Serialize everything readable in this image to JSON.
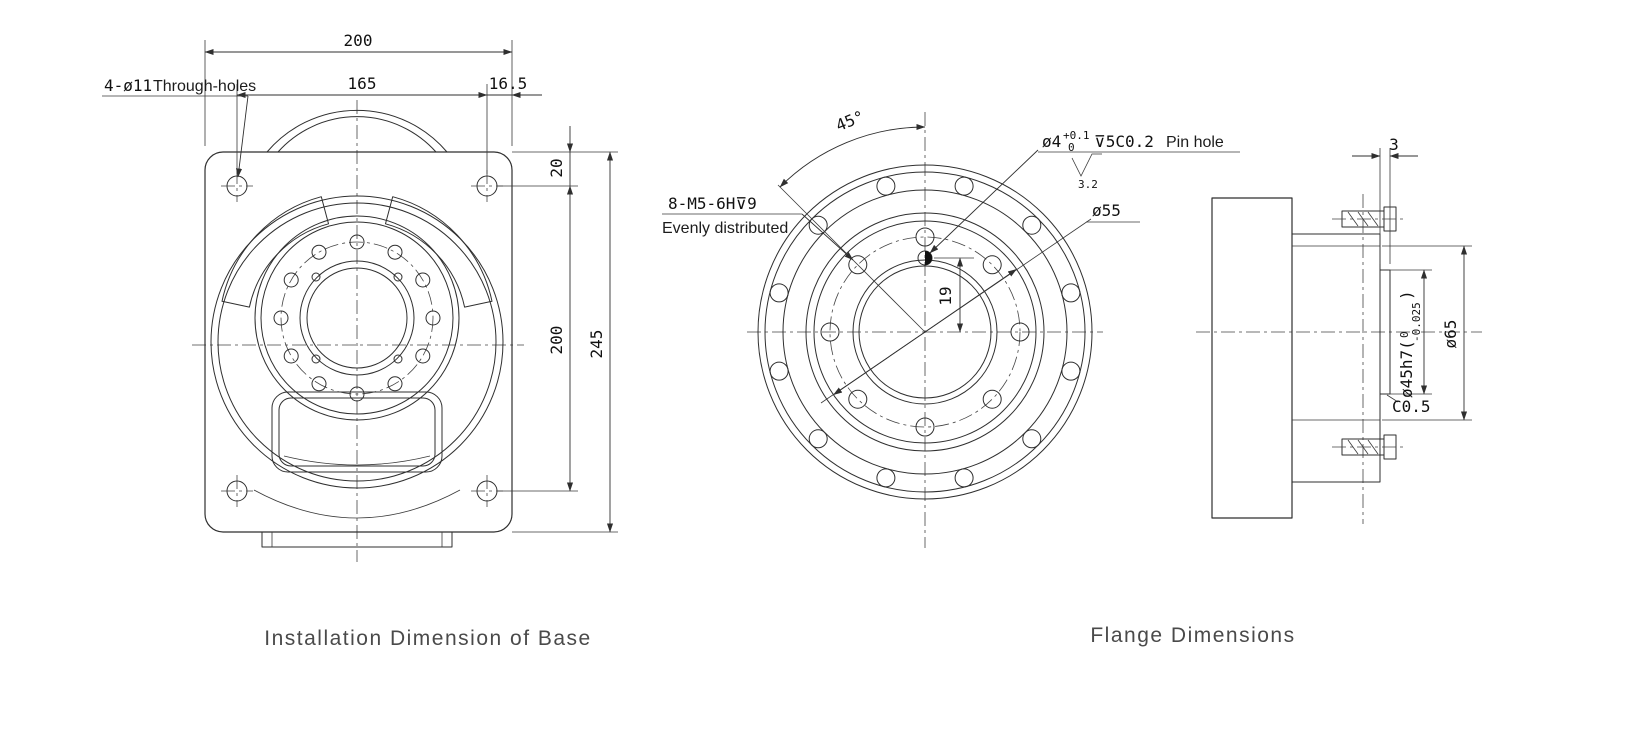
{
  "captions": {
    "base": "Installation Dimension of Base",
    "flange": "Flange Dimensions"
  },
  "base_view": {
    "hole_callout_dim": "4-ø11",
    "hole_callout_text": "Through-holes",
    "dim_width_total": "200",
    "dim_hole_span": "165",
    "dim_edge_offset": "16.5",
    "dim_top_offset": "20",
    "dim_hole_span_v": "200",
    "dim_height_total": "245"
  },
  "flange_front_view": {
    "dim_angle": "45°",
    "pin_callout_dia": "ø4",
    "pin_callout_tol_upper": "+0.1",
    "pin_callout_tol_lower": "0",
    "pin_callout_depth": "⊽5C0.2",
    "pin_callout_text": "Pin hole",
    "surface_finish": "3.2",
    "bolt_callout": "8-M5-6H⊽9",
    "bolt_callout_note": "Evenly distributed",
    "dim_bolt_circle": "ø55",
    "dim_pin_offset": "19"
  },
  "flange_side_view": {
    "dim_thickness": "3",
    "dim_spigot": "ø45h7(",
    "dim_spigot_tol_upper": "0",
    "dim_spigot_tol_lower": "-0.025",
    "dim_spigot_close": ")",
    "dim_outer": "ø65",
    "chamfer": "C0.5"
  }
}
